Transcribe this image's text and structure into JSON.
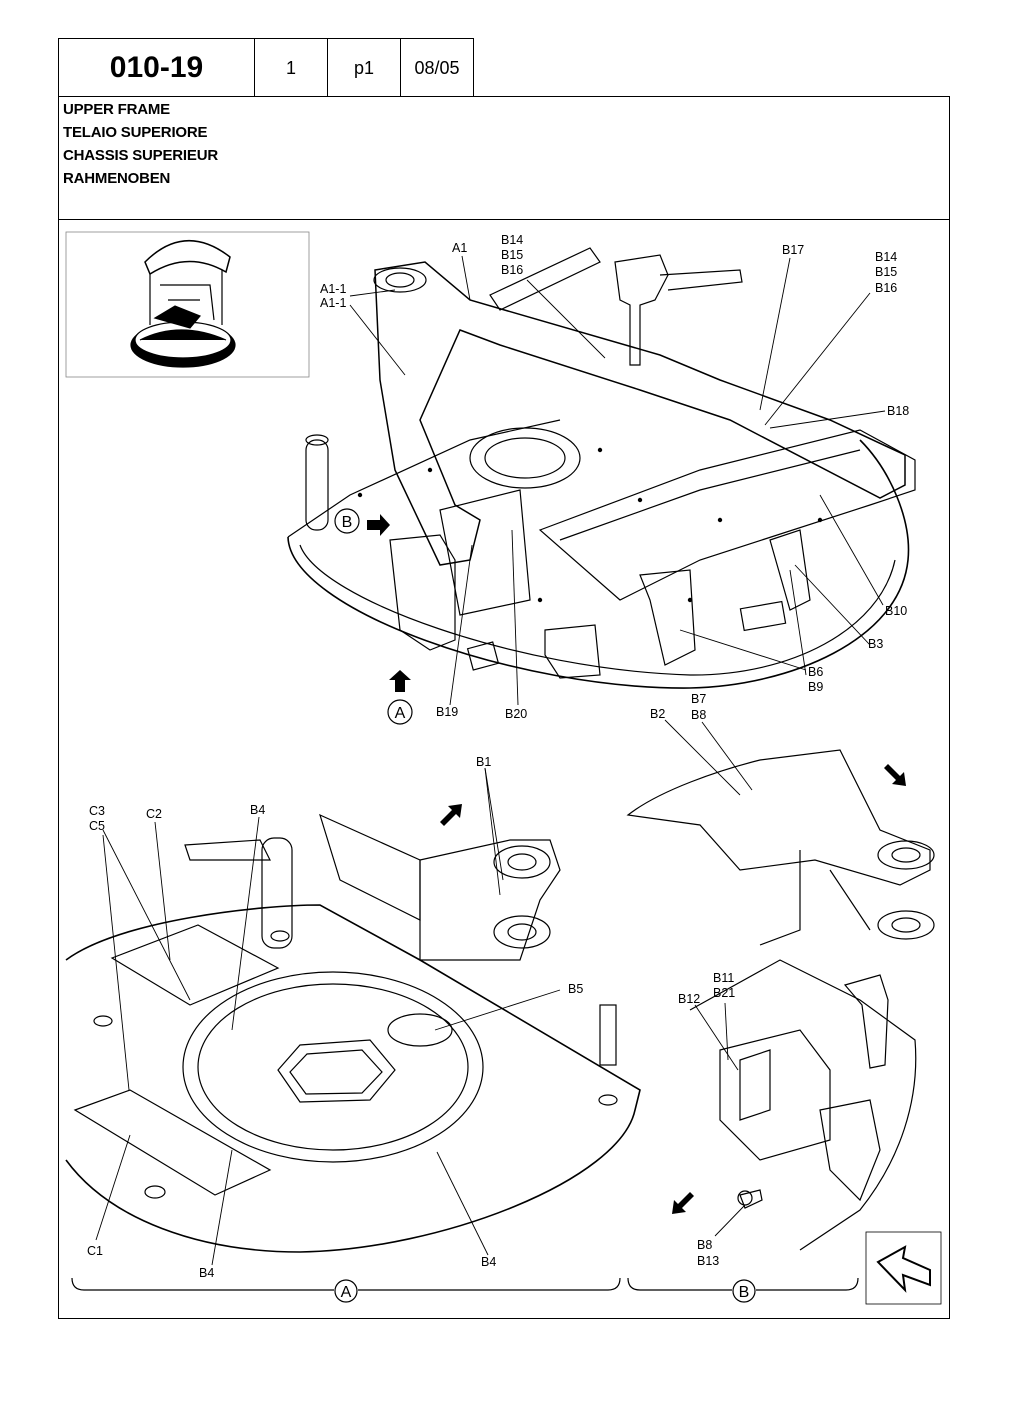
{
  "header": {
    "code": "010-19",
    "field2": "1",
    "field3": "p1",
    "date": "08/05"
  },
  "title_lines": [
    "UPPER FRAME",
    "TELAIO SUPERIORE",
    "CHASSIS SUPERIEUR",
    "RAHMENOBEN"
  ],
  "callouts": {
    "a1": "A1",
    "a1_1a": "A1-1",
    "a1_1b": "A1-1",
    "b14a": "B14",
    "b15a": "B15",
    "b16a": "B16",
    "b17": "B17",
    "b14b": "B14",
    "b15b": "B15",
    "b16b": "B16",
    "b18": "B18",
    "b10": "B10",
    "b3": "B3",
    "b6": "B6",
    "b9": "B9",
    "b19": "B19",
    "b20": "B20",
    "b2": "B2",
    "b7": "B7",
    "b8a": "B8",
    "b1": "B1",
    "c3": "C3",
    "c5": "C5",
    "c2": "C2",
    "b4a": "B4",
    "b5": "B5",
    "b11": "B11",
    "b21": "B21",
    "b12": "B12",
    "c1": "C1",
    "b4b": "B4",
    "b4c": "B4",
    "b8b": "B8",
    "b13": "B13"
  },
  "view_markers": {
    "a_top": "A",
    "b_top": "B",
    "a_bottom": "A",
    "b_bottom": "B"
  }
}
